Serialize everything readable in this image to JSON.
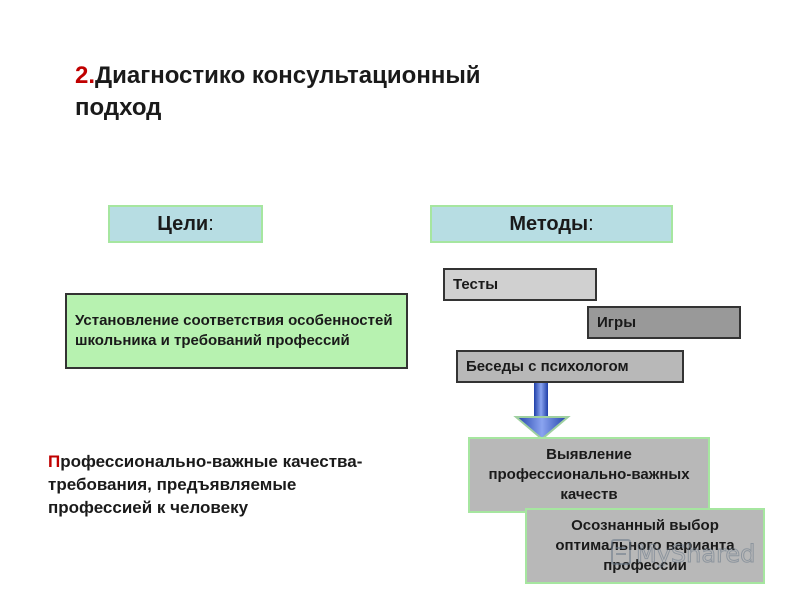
{
  "title": {
    "number": "2.",
    "text": "Диагностико консультационный подход"
  },
  "headers": {
    "goals": {
      "label": "Цели",
      "colon": ":"
    },
    "methods": {
      "label": "Методы",
      "colon": ":"
    }
  },
  "goal": "Установление соответствия особенностей школьника и требований профессий",
  "methods": [
    "Тесты",
    "Игры",
    "Беседы с психологом"
  ],
  "results": [
    "Выявление профессионально-важных качеств",
    "Осознанный выбор оптимального варианта профессии"
  ],
  "note": {
    "first_letter": "П",
    "rest": "рофессионально-важные качества- требования, предъявляемые профессией к человеку"
  },
  "watermark": {
    "text": "MyShared"
  },
  "colors": {
    "accent_red": "#c00000",
    "header_fill": "#b7dde3",
    "header_border": "#a6e6a0",
    "goal_fill": "#b7f2b0",
    "arrow": "#3a5cc8"
  }
}
